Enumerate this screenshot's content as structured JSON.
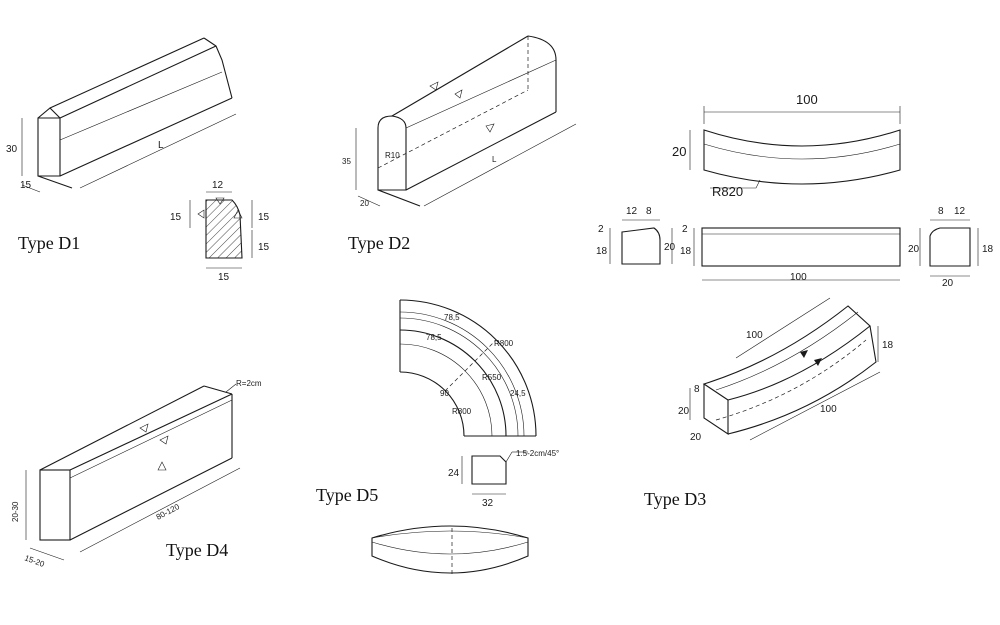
{
  "types": {
    "d1": {
      "caption": "Type D1",
      "dims": {
        "height": "30",
        "width": "15",
        "length": "L"
      },
      "section": {
        "top": "12",
        "left": "15",
        "right_upper": "15",
        "right_lower": "15",
        "bottom": "15"
      }
    },
    "d2": {
      "caption": "Type D2",
      "dims": {
        "height": "35",
        "radius": "R10",
        "width": "20",
        "length": "L"
      }
    },
    "d3": {
      "caption": "Type D3",
      "plan": {
        "length": "100",
        "height": "20",
        "radius": "R820"
      },
      "end_left": {
        "top_a": "12",
        "top_b": "8",
        "left_a": "2",
        "left_b": "18",
        "right": "20"
      },
      "elevation": {
        "left_a": "2",
        "left_b": "18",
        "length": "100"
      },
      "end_right": {
        "top_a": "8",
        "top_b": "12",
        "left": "20",
        "right": "18",
        "bottom": "20"
      },
      "iso": {
        "top_length": "100",
        "bottom_length": "100",
        "side_right": "18",
        "height": "20",
        "width": "20",
        "top_small": "8"
      }
    },
    "d4": {
      "caption": "Type D4",
      "dims": {
        "radius": "R=2cm",
        "length": "80-120",
        "height": "20-30",
        "width": "15-20"
      }
    },
    "d5": {
      "caption": "Type D5",
      "arc_labels": [
        "78,5",
        "78,5",
        "R800",
        "R550",
        "24,5",
        "90",
        "R800"
      ],
      "section": {
        "chamfer": "1.5-2cm/45°",
        "height": "24",
        "width": "32"
      }
    }
  }
}
